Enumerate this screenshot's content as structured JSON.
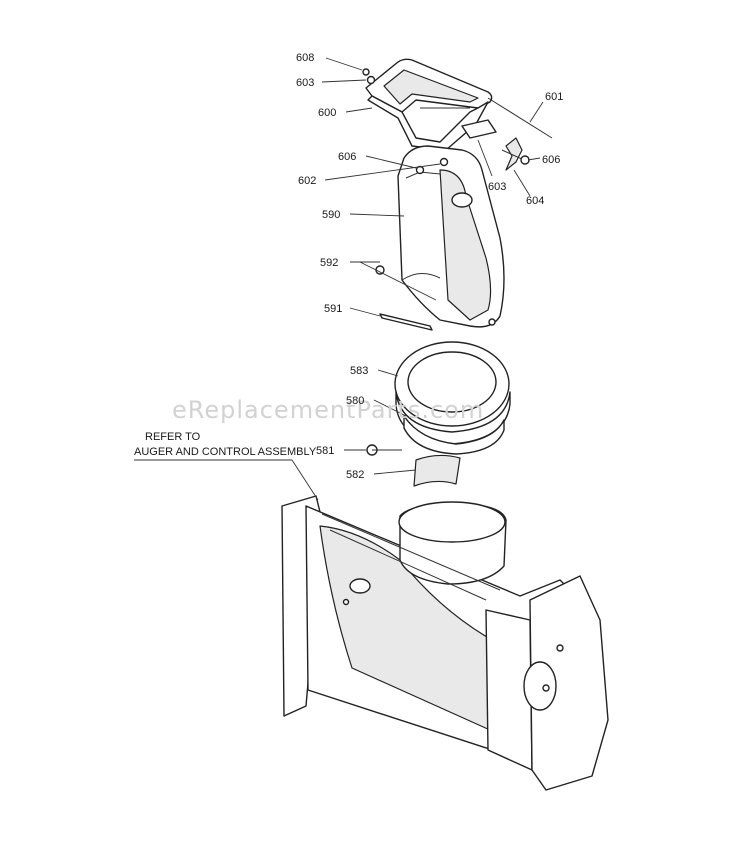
{
  "watermark": "eReplacementParts.com",
  "note": {
    "line1": "REFER TO",
    "line2": "AUGER AND CONTROL ASSEMBLY"
  },
  "labels": {
    "p608": "608",
    "p603a": "603",
    "p600": "600",
    "p601": "601",
    "p606a": "606",
    "p602": "602",
    "p603b": "603",
    "p606b": "606",
    "p604": "604",
    "p590": "590",
    "p592a": "592",
    "p591": "591",
    "p583": "583",
    "p580": "580",
    "p581": "581",
    "p582b": "582"
  }
}
